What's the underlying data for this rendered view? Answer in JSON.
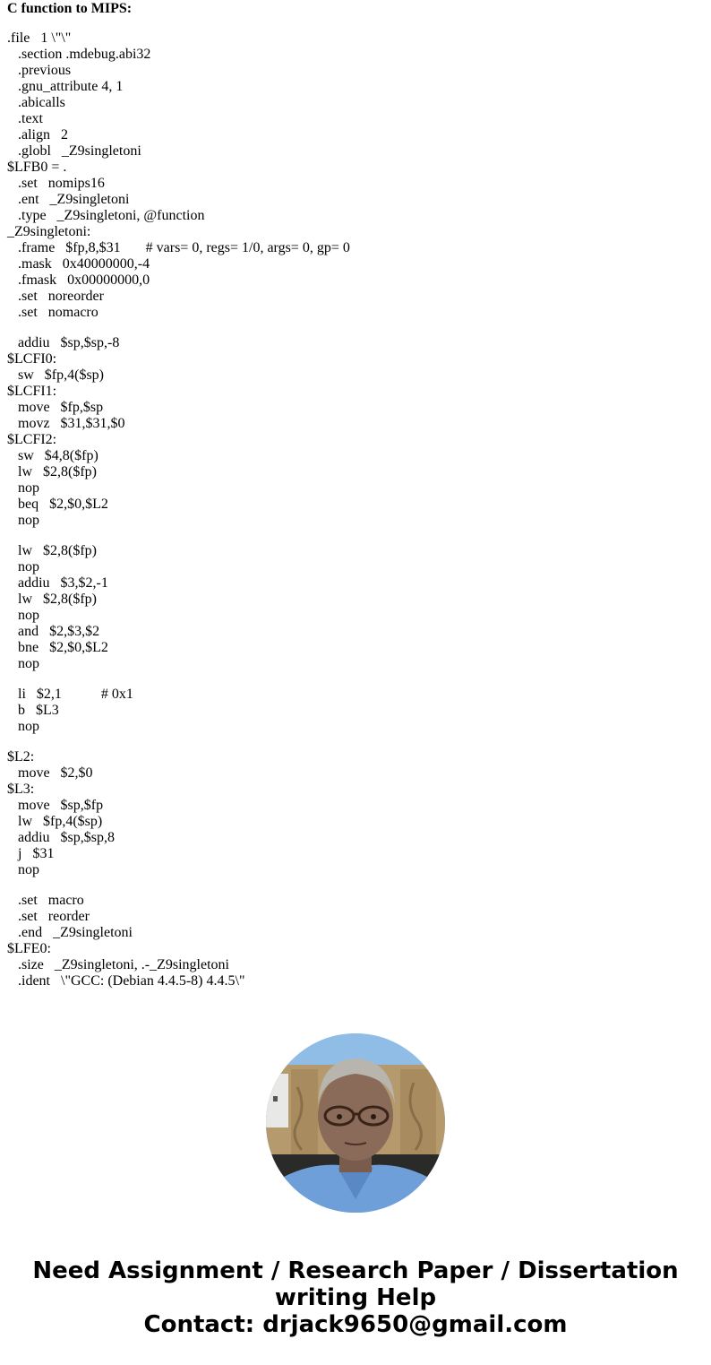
{
  "document": {
    "title": "C function to MIPS:",
    "code_lines": [
      {
        "text": ".file   1 \\\"\\\"",
        "indent": false
      },
      {
        "text": ".section .mdebug.abi32",
        "indent": true
      },
      {
        "text": ".previous",
        "indent": true
      },
      {
        "text": ".gnu_attribute 4, 1",
        "indent": true
      },
      {
        "text": ".abicalls",
        "indent": true
      },
      {
        "text": ".text",
        "indent": true
      },
      {
        "text": ".align   2",
        "indent": true
      },
      {
        "text": ".globl   _Z9singletoni",
        "indent": true
      },
      {
        "text": "$LFB0 = .",
        "indent": false
      },
      {
        "text": ".set   nomips16",
        "indent": true
      },
      {
        "text": ".ent   _Z9singletoni",
        "indent": true
      },
      {
        "text": ".type   _Z9singletoni, @function",
        "indent": true
      },
      {
        "text": "_Z9singletoni:",
        "indent": false
      },
      {
        "text": ".frame   $fp,8,$31       # vars= 0, regs= 1/0, args= 0, gp= 0",
        "indent": true
      },
      {
        "text": ".mask   0x40000000,-4",
        "indent": true
      },
      {
        "text": ".fmask   0x00000000,0",
        "indent": true
      },
      {
        "text": ".set   noreorder",
        "indent": true
      },
      {
        "text": ".set   nomacro",
        "indent": true
      },
      {
        "text": "",
        "indent": false,
        "blank": true
      },
      {
        "text": "addiu   $sp,$sp,-8",
        "indent": true
      },
      {
        "text": "$LCFI0:",
        "indent": false
      },
      {
        "text": "sw   $fp,4($sp)",
        "indent": true
      },
      {
        "text": "$LCFI1:",
        "indent": false
      },
      {
        "text": "move   $fp,$sp",
        "indent": true
      },
      {
        "text": "movz   $31,$31,$0",
        "indent": true
      },
      {
        "text": "$LCFI2:",
        "indent": false
      },
      {
        "text": "sw   $4,8($fp)",
        "indent": true
      },
      {
        "text": "lw   $2,8($fp)",
        "indent": true
      },
      {
        "text": "nop",
        "indent": true
      },
      {
        "text": "beq   $2,$0,$L2",
        "indent": true
      },
      {
        "text": "nop",
        "indent": true
      },
      {
        "text": "",
        "indent": false,
        "blank": true
      },
      {
        "text": "lw   $2,8($fp)",
        "indent": true
      },
      {
        "text": "nop",
        "indent": true
      },
      {
        "text": "addiu   $3,$2,-1",
        "indent": true
      },
      {
        "text": "lw   $2,8($fp)",
        "indent": true
      },
      {
        "text": "nop",
        "indent": true
      },
      {
        "text": "and   $2,$3,$2",
        "indent": true
      },
      {
        "text": "bne   $2,$0,$L2",
        "indent": true
      },
      {
        "text": "nop",
        "indent": true
      },
      {
        "text": "",
        "indent": false,
        "blank": true
      },
      {
        "text": "li   $2,1           # 0x1",
        "indent": true
      },
      {
        "text": "b   $L3",
        "indent": true
      },
      {
        "text": "nop",
        "indent": true
      },
      {
        "text": "",
        "indent": false,
        "blank": true
      },
      {
        "text": "$L2:",
        "indent": false
      },
      {
        "text": "move   $2,$0",
        "indent": true
      },
      {
        "text": "$L3:",
        "indent": false
      },
      {
        "text": "move   $sp,$fp",
        "indent": true
      },
      {
        "text": "lw   $fp,4($sp)",
        "indent": true
      },
      {
        "text": "addiu   $sp,$sp,8",
        "indent": true
      },
      {
        "text": "j   $31",
        "indent": true
      },
      {
        "text": "nop",
        "indent": true
      },
      {
        "text": "",
        "indent": false,
        "blank": true
      },
      {
        "text": ".set   macro",
        "indent": true
      },
      {
        "text": ".set   reorder",
        "indent": true
      },
      {
        "text": ".end   _Z9singletoni",
        "indent": true
      },
      {
        "text": "$LFE0:",
        "indent": false
      },
      {
        "text": ".size   _Z9singletoni, .-_Z9singletoni",
        "indent": true
      },
      {
        "text": ".ident   \\\"GCC: (Debian 4.4.5-8) 4.4.5\\\"",
        "indent": true
      }
    ]
  },
  "avatar": {
    "icon": "person-photo-icon",
    "colors": {
      "sky": "#8fbde6",
      "wall": "#b49a6c",
      "shirt": "#6f9fd8",
      "skin": "#8a6a58",
      "hair": "#b8b4ae"
    }
  },
  "promo": {
    "line1": "Need Assignment / Research Paper / Dissertation",
    "line2": "writing Help",
    "line3": "Contact: drjack9650@gmail.com"
  }
}
